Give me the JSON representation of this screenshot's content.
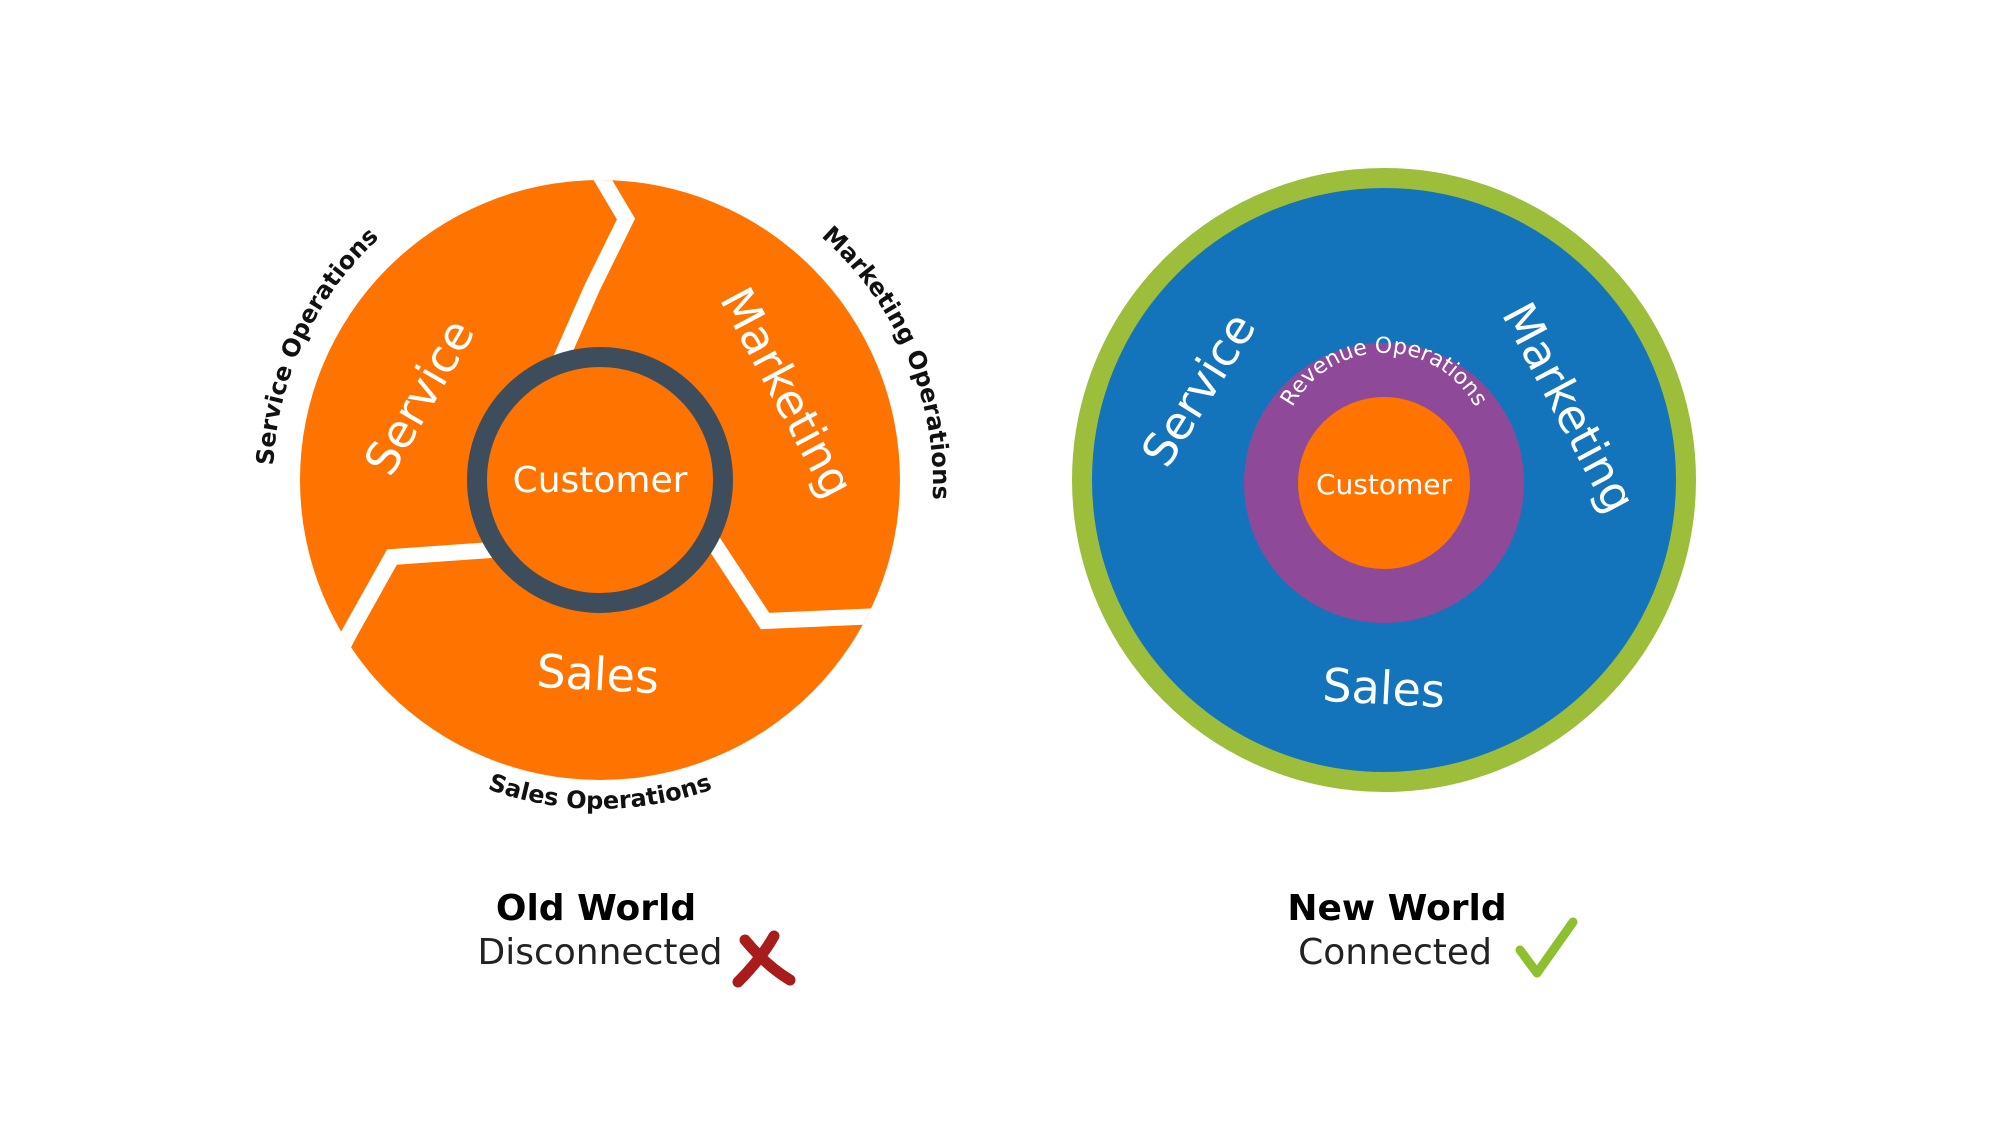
{
  "old_world": {
    "segments": {
      "service": "Service",
      "marketing": "Marketing",
      "sales": "Sales"
    },
    "center": "Customer",
    "operations": {
      "service": "Service Operations",
      "marketing": "Marketing Operations",
      "sales": "Sales Operations"
    },
    "caption": {
      "title": "Old World",
      "subtitle": "Disconnected"
    }
  },
  "new_world": {
    "segments": {
      "service": "Service",
      "marketing": "Marketing",
      "sales": "Sales"
    },
    "middle_ring": "Revenue Operations",
    "center": "Customer",
    "caption": {
      "title": "New World",
      "subtitle": "Connected"
    }
  },
  "colors": {
    "orange": "#FF7300",
    "dark_ring": "#3E4D5C",
    "blue": "#1374BC",
    "green_ring": "#9CBE3A",
    "purple": "#8E4A99",
    "cross_red": "#A81C1C",
    "check_green": "#8DBF2E"
  },
  "icons": {
    "old_status": "cross-mark-icon",
    "new_status": "check-mark-icon"
  }
}
